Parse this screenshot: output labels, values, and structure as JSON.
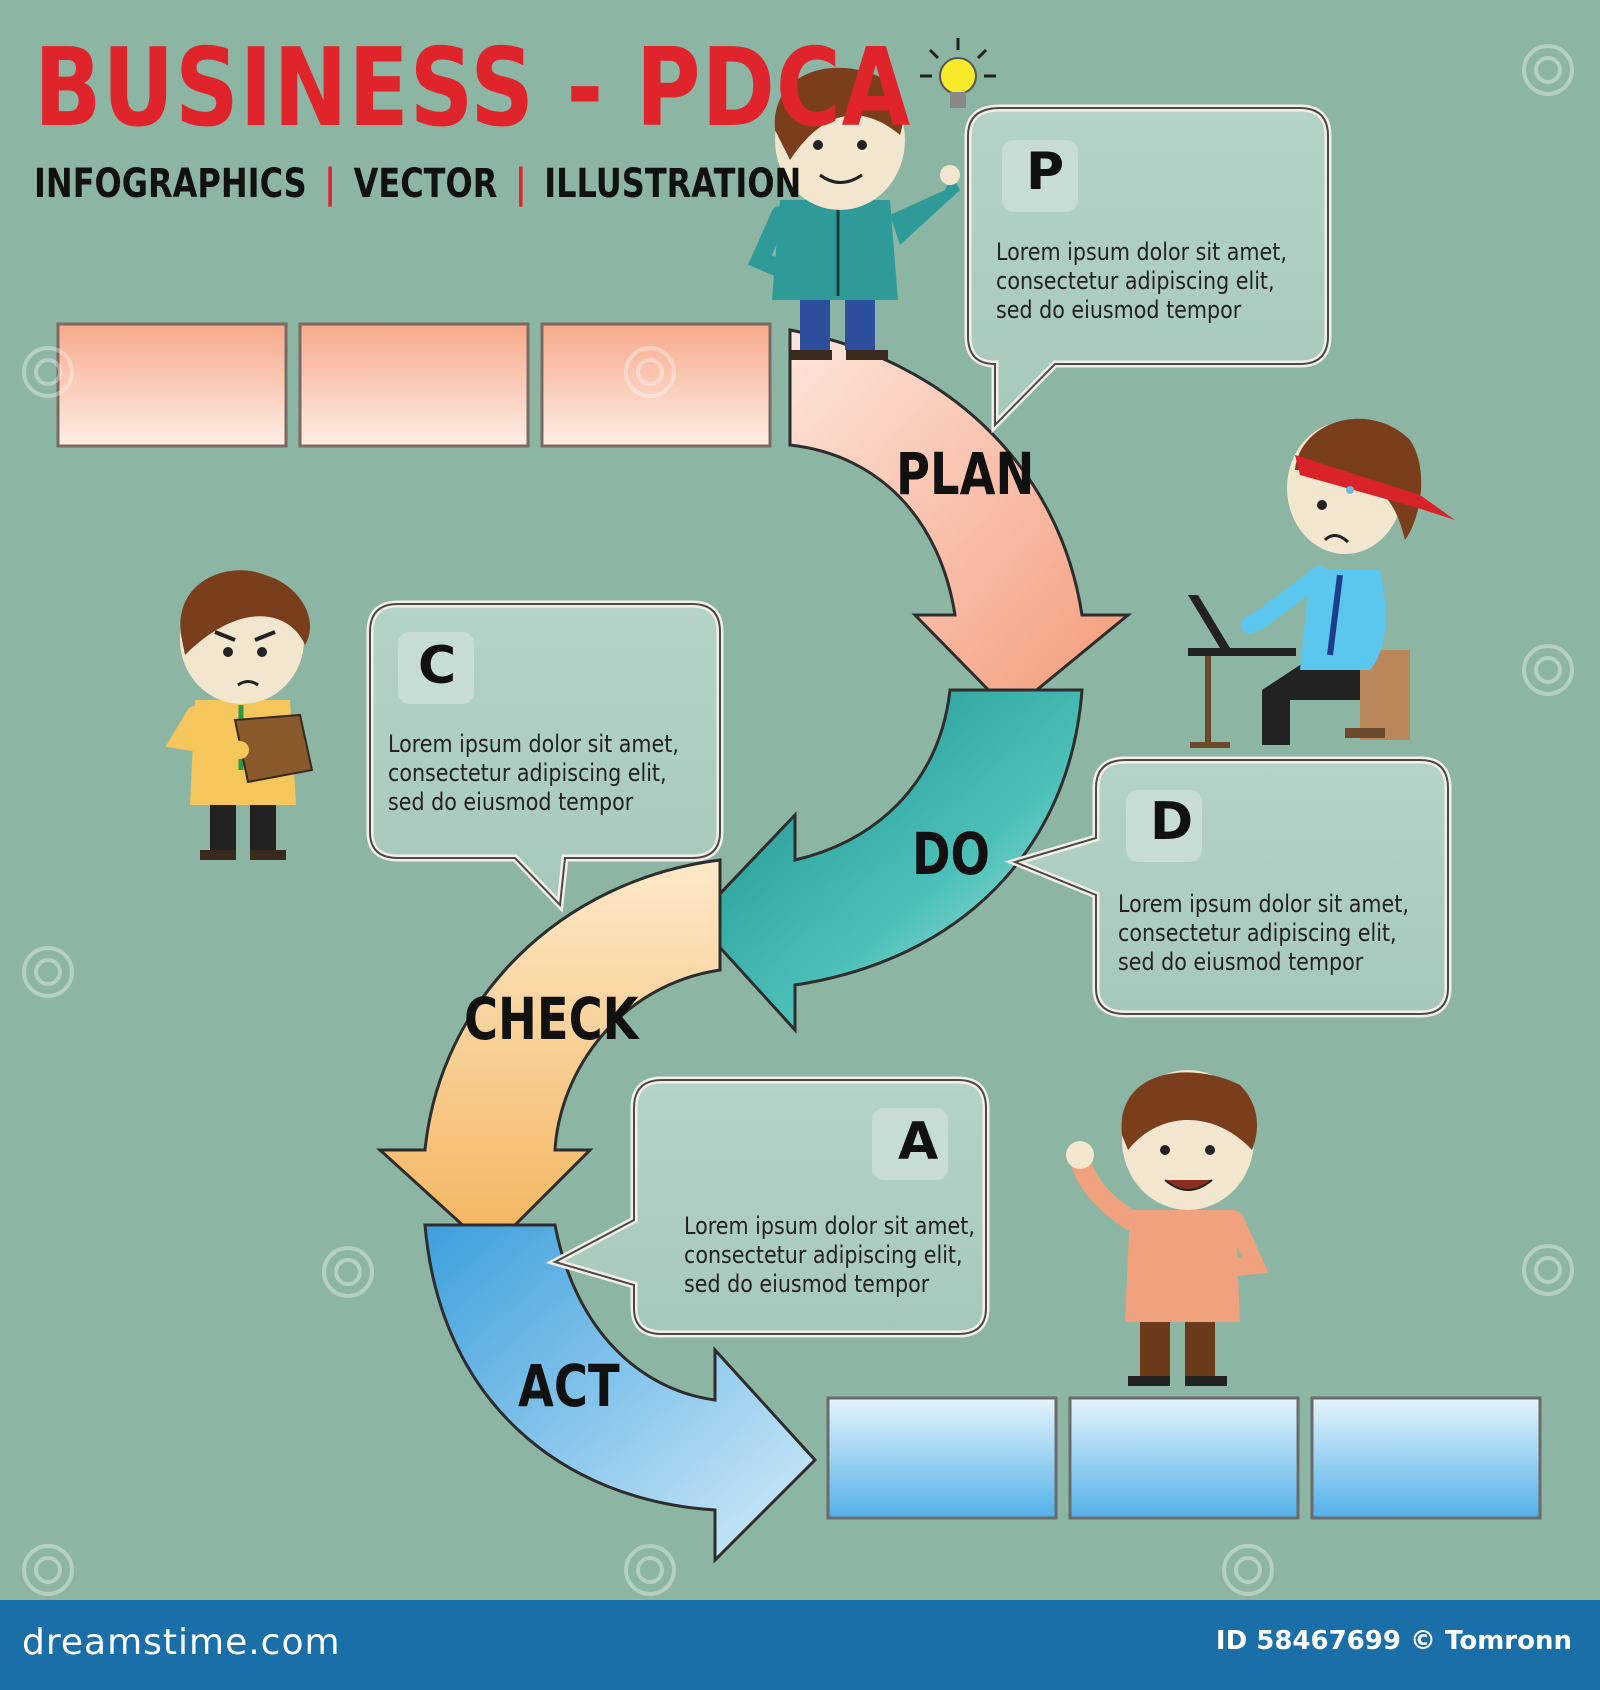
{
  "header": {
    "title": "BUSINESS - PDCA",
    "subtitle_parts": [
      "INFOGRAPHICS",
      "VECTOR",
      "ILLUSTRATION"
    ],
    "separator": "|"
  },
  "stages": {
    "plan": "PLAN",
    "do": "DO",
    "check": "CHECK",
    "act": "ACT"
  },
  "bubbles": {
    "p": {
      "letter": "P",
      "lines": [
        "Lorem ipsum dolor sit amet,",
        "consectetur adipiscing elit,",
        "sed do eiusmod tempor"
      ]
    },
    "d": {
      "letter": "D",
      "lines": [
        "Lorem ipsum dolor sit amet,",
        "consectetur adipiscing elit,",
        "sed do eiusmod tempor"
      ]
    },
    "c": {
      "letter": "C",
      "lines": [
        "Lorem ipsum dolor sit amet,",
        "consectetur adipiscing elit,",
        "sed do eiusmod tempor"
      ]
    },
    "a": {
      "letter": "A",
      "lines": [
        "Lorem ipsum dolor sit amet,",
        "consectetur adipiscing elit,",
        "sed do eiusmod tempor"
      ]
    }
  },
  "footer": {
    "site": "dreamstime.com",
    "id_text": "ID 58467699 © Tomronn"
  },
  "colors": {
    "background": "#8cb5a3",
    "title_red": "#e0242b",
    "plan": "#f6a586",
    "do": "#2fa7a1",
    "check": "#f3c580",
    "act": "#5ab2e6",
    "footer": "#1a6fa8"
  }
}
